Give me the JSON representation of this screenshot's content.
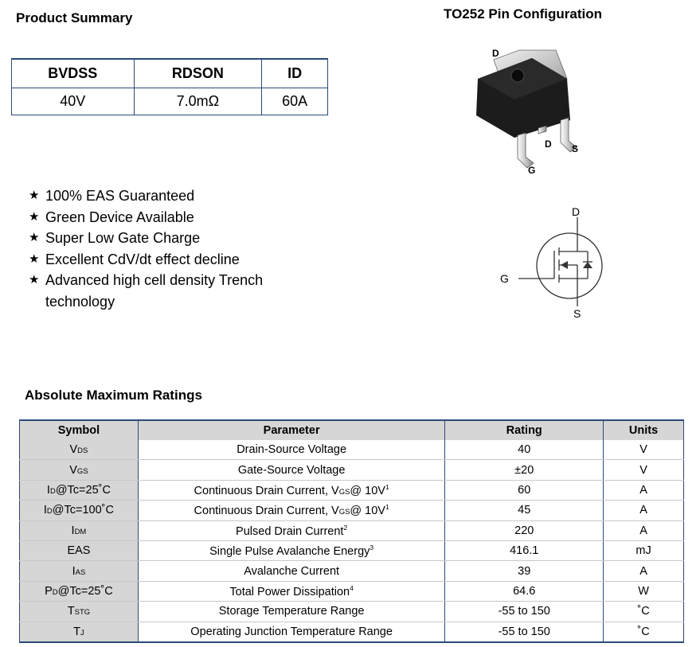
{
  "headings": {
    "product_summary": "Product Summary",
    "pin_config": "TO252 Pin Configuration",
    "abs_max": "Absolute Maximum Ratings"
  },
  "summary": {
    "headers": [
      "BVDSS",
      "RDSON",
      "ID"
    ],
    "values": [
      "40V",
      "7.0mΩ",
      "60A"
    ]
  },
  "features": [
    "100% EAS Guaranteed",
    "Green Device Available",
    "Super Low Gate Charge",
    "Excellent CdV/dt effect decline",
    "Advanced high cell density Trench technology"
  ],
  "feature_bullet": "★",
  "package_labels": {
    "d_top": "D",
    "d_mid": "D",
    "s": "S",
    "g": "G"
  },
  "symbol_labels": {
    "d": "D",
    "g": "G",
    "s": "S"
  },
  "ratings": {
    "headers": [
      "Symbol",
      "Parameter",
      "Rating",
      "Units"
    ],
    "rows": [
      {
        "sym_main": "V",
        "sym_sub": "DS",
        "sym_tail": "",
        "param": "Drain-Source Voltage",
        "param_sub": "",
        "param_tail": "",
        "param_sup": "",
        "rating": "40",
        "units": "V"
      },
      {
        "sym_main": "V",
        "sym_sub": "GS",
        "sym_tail": "",
        "param": "Gate-Source Voltage",
        "param_sub": "",
        "param_tail": "",
        "param_sup": "",
        "rating": "±20",
        "units": "V"
      },
      {
        "sym_main": "I",
        "sym_sub": "D",
        "sym_tail": "@Tc=25˚C",
        "param": "Continuous Drain Current, V",
        "param_sub": "GS",
        "param_tail": "@ 10V",
        "param_sup": "1",
        "rating": "60",
        "units": "A"
      },
      {
        "sym_main": "I",
        "sym_sub": "D",
        "sym_tail": "@Tc=100˚C",
        "param": "Continuous Drain Current, V",
        "param_sub": "GS",
        "param_tail": "@ 10V",
        "param_sup": "1",
        "rating": "45",
        "units": "A"
      },
      {
        "sym_main": "I",
        "sym_sub": "DM",
        "sym_tail": "",
        "param": "Pulsed Drain Current",
        "param_sub": "",
        "param_tail": "",
        "param_sup": "2",
        "rating": "220",
        "units": "A"
      },
      {
        "sym_main": "EAS",
        "sym_sub": "",
        "sym_tail": "",
        "param": "Single Pulse Avalanche Energy",
        "param_sub": "",
        "param_tail": "",
        "param_sup": "3",
        "rating": "416.1",
        "units": "mJ"
      },
      {
        "sym_main": "I",
        "sym_sub": "AS",
        "sym_tail": "",
        "param": "Avalanche Current",
        "param_sub": "",
        "param_tail": "",
        "param_sup": "",
        "rating": "39",
        "units": "A"
      },
      {
        "sym_main": "P",
        "sym_sub": "D",
        "sym_tail": "@Tc=25˚C",
        "param": "Total Power Dissipation",
        "param_sub": "",
        "param_tail": "",
        "param_sup": "4",
        "rating": "64.6",
        "units": "W"
      },
      {
        "sym_main": "T",
        "sym_sub": "STG",
        "sym_tail": "",
        "param": "Storage Temperature Range",
        "param_sub": "",
        "param_tail": "",
        "param_sup": "",
        "rating": "-55 to 150",
        "units": "˚C"
      },
      {
        "sym_main": "T",
        "sym_sub": "J",
        "sym_tail": "",
        "param": "Operating Junction Temperature Range",
        "param_sub": "",
        "param_tail": "",
        "param_sup": "",
        "rating": "-55 to 150",
        "units": "˚C"
      }
    ]
  }
}
